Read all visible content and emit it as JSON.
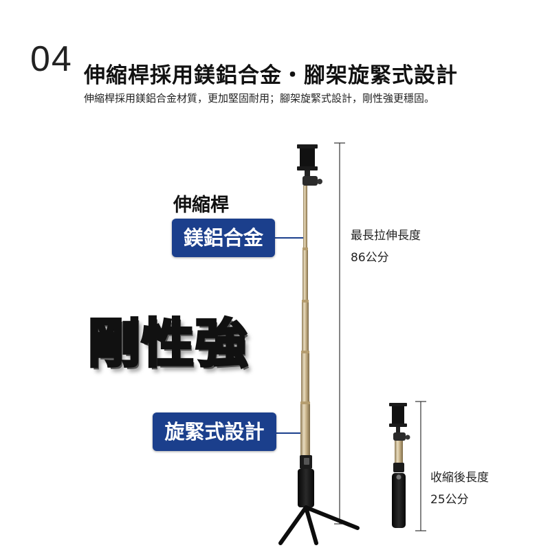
{
  "header": {
    "number": "04",
    "title": "伸縮桿採用鎂鋁合金・腳架旋緊式設計",
    "subtitle": "伸縮桿採用鎂鋁合金材質，更加堅固耐用；腳架旋緊式設計，剛性強更穩固。"
  },
  "callouts": {
    "pole_label": "伸縮桿",
    "alloy_badge": "鎂鋁合金",
    "rigidity_text": "剛性強",
    "twist_badge": "旋緊式設計"
  },
  "dimensions": {
    "max_label": "最長拉伸長度",
    "max_value": "86公分",
    "min_label": "收縮後長度",
    "min_value": "25公分"
  },
  "colors": {
    "badge_blue": "#1b3f8c",
    "pole_gold": "#c9b48a",
    "grip_black": "#151515"
  }
}
